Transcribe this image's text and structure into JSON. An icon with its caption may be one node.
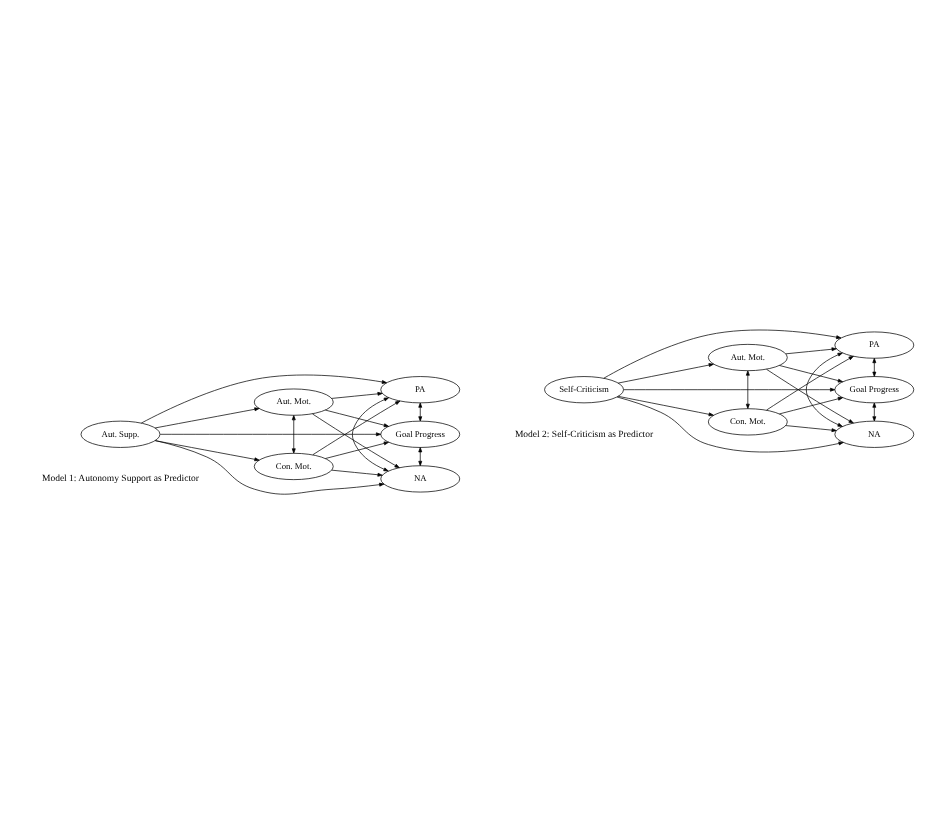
{
  "diagram": {
    "nodes": [
      {
        "text": [
          "Aut. Supp."
        ]
      },
      {
        "text": [
          "Aut. Mot."
        ]
      },
      {
        "text": [
          "Con. Mot."
        ]
      },
      {
        "text": [
          "NA"
        ]
      },
      {
        "text": [
          "PA"
        ]
      },
      {
        "text": [
          "Goal Progress"
        ]
      },
      {
        "text": [
          "Self-Criticism"
        ]
      },
      {
        "text": [
          "Aut. Mot."
        ]
      },
      {
        "text": [
          "Con. Mot."
        ]
      },
      {
        "text": [
          "NA"
        ]
      },
      {
        "text": [
          "PA"
        ]
      },
      {
        "text": [
          "Goal Progress"
        ]
      }
    ],
    "edges": [
      {
        "from": 0,
        "to": 1,
        "arrow": "to"
      },
      {
        "from": 0,
        "to": 2,
        "arrow": "to"
      },
      {
        "from": 0,
        "to": 3,
        "arrow": "to"
      },
      {
        "from": 0,
        "to": 4,
        "arrow": "to"
      },
      {
        "from": 0,
        "to": 5,
        "arrow": "to"
      },
      {
        "from": 1,
        "to": 2,
        "arrow": "both"
      },
      {
        "from": 1,
        "to": 3,
        "arrow": "to"
      },
      {
        "from": 1,
        "to": 4,
        "arrow": "to"
      },
      {
        "from": 1,
        "to": 5,
        "arrow": "to"
      },
      {
        "from": 2,
        "to": 3,
        "arrow": "to"
      },
      {
        "from": 2,
        "to": 4,
        "arrow": "to"
      },
      {
        "from": 2,
        "to": 5,
        "arrow": "to"
      },
      {
        "from": 3,
        "to": 4,
        "arrow": "both"
      },
      {
        "from": 4,
        "to": 5,
        "arrow": "both"
      },
      {
        "from": 3,
        "to": 5,
        "arrow": "both"
      },
      {
        "from": 6,
        "to": 7,
        "arrow": "to"
      },
      {
        "from": 6,
        "to": 8,
        "arrow": "to"
      },
      {
        "from": 6,
        "to": 9,
        "arrow": "to"
      },
      {
        "from": 6,
        "to": 10,
        "arrow": "to"
      },
      {
        "from": 6,
        "to": 11,
        "arrow": "to"
      },
      {
        "from": 7,
        "to": 8,
        "arrow": "both"
      },
      {
        "from": 7,
        "to": 9,
        "arrow": "to"
      },
      {
        "from": 7,
        "to": 10,
        "arrow": "to"
      },
      {
        "from": 7,
        "to": 11,
        "arrow": "to"
      },
      {
        "from": 8,
        "to": 9,
        "arrow": "to"
      },
      {
        "from": 8,
        "to": 10,
        "arrow": "to"
      },
      {
        "from": 8,
        "to": 11,
        "arrow": "to"
      },
      {
        "from": 9,
        "to": 10,
        "arrow": "both"
      },
      {
        "from": 10,
        "to": 11,
        "arrow": "both"
      },
      {
        "from": 9,
        "to": 11,
        "arrow": "both"
      }
    ],
    "labels": [
      "Model 1: Autonomy Support as Predictor",
      "Model 2: Self-Criticism as Predictor"
    ]
  }
}
